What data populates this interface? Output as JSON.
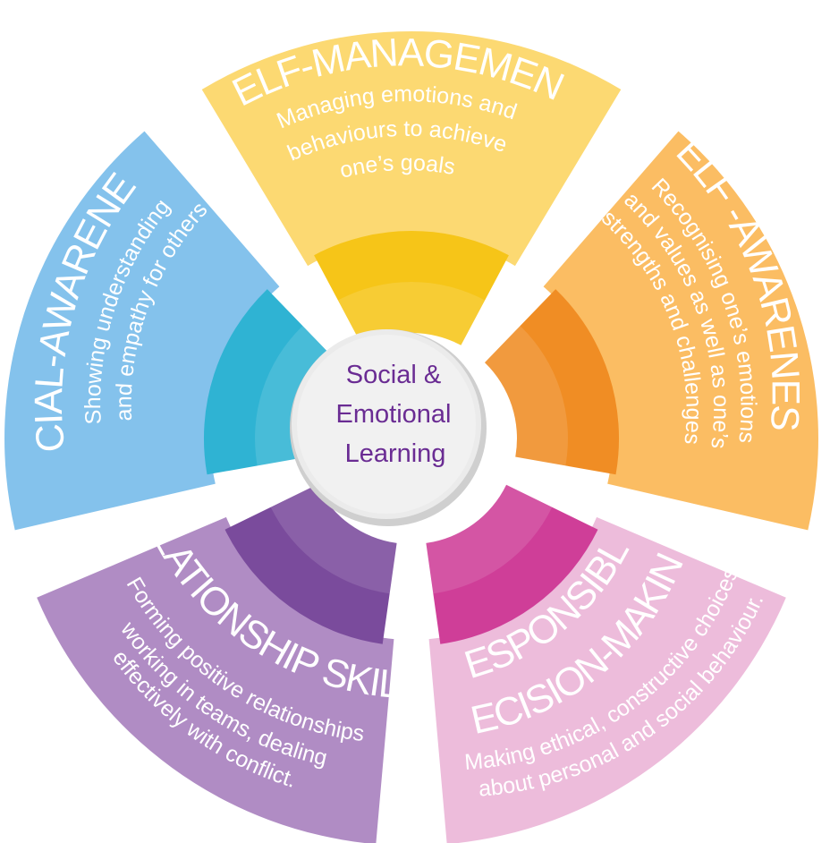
{
  "center": {
    "lines": [
      "Social &",
      "Emotional",
      "Learning"
    ],
    "color": "#6a2c93"
  },
  "segments": [
    {
      "key": "self-management",
      "title": "SELF-MANAGEMENT",
      "description": [
        "Managing emotions and",
        "behaviours to achieve",
        "one’s goals"
      ],
      "outer_color": "#fcd972",
      "inner_color": "#f6c518"
    },
    {
      "key": "self-awareness",
      "title": "SELF -AWARENESS",
      "description": [
        "Recognising one’s emotions",
        "and values as well as one’s",
        "strengths and challenges"
      ],
      "outer_color": "#fbbd63",
      "inner_color": "#f08d24"
    },
    {
      "key": "responsible-decision-making",
      "title": [
        "RESPONSIBLE",
        "DECISION-MAKING"
      ],
      "description": [
        "Making ethical, constructive choices",
        "about personal and social behaviour."
      ],
      "outer_color": "#edbcdb",
      "inner_color": "#cf3e98"
    },
    {
      "key": "relationship-skills",
      "title": "RELATIONSHIP SKILLS",
      "description": [
        "Forming positive relationships",
        "working in teams, dealing",
        "effectively with conflict."
      ],
      "outer_color": "#b08cc4",
      "inner_color": "#7a4b9c"
    },
    {
      "key": "social-awareness",
      "title": "SOCIAL-AWARENESS",
      "description": [
        "Showing understanding",
        "and empathy for others"
      ],
      "outer_color": "#84c2ec",
      "inner_color": "#2fb3d3"
    }
  ]
}
